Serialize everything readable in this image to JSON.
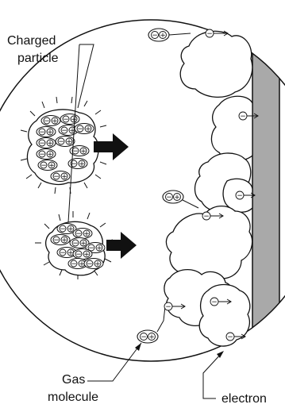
{
  "labels": {
    "charged_particle_line1": "Charged",
    "charged_particle_line2": "particle",
    "gas_line1": "Gas",
    "gas_line2": "molecule",
    "electron": "electron"
  },
  "glyphs": {
    "positive": "+",
    "negative": "−"
  },
  "colors": {
    "stroke": "#111111",
    "wall": "#a9a9a9",
    "background": "#ffffff"
  }
}
